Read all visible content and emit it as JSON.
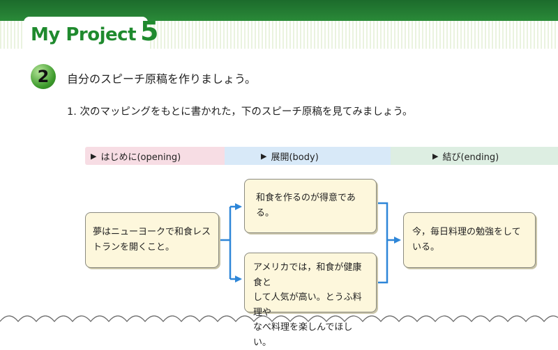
{
  "header": {
    "title_word": "My Project",
    "title_number": "5"
  },
  "step": {
    "number": "2",
    "heading": "自分のスピーチ原稿を作りましょう。"
  },
  "instruction": "1. 次のマッピングをもとに書かれた，下のスピーチ原稿を見てみましょう。",
  "stages": {
    "opening": "はじめに(opening)",
    "body": "展開(body)",
    "ending": "結び(ending)"
  },
  "boxes": {
    "dream": [
      "夢はニューヨークで和食レス",
      "トランを開くこと。"
    ],
    "skill": "和食を作るのが得意である。",
    "america": [
      "アメリカでは，和食が健康食と",
      "して人気が高い。とうふ料理や",
      "なべ料理を楽しんでほしい。"
    ],
    "now": "今，毎日料理の勉強をしている。"
  },
  "colors": {
    "header_green": "#1f8a2e",
    "arrow_blue": "#2e86d8",
    "opening_pink": "#f7dde4",
    "body_blue": "#d8e9f8",
    "ending_green": "#ddeee2",
    "box_fill": "#fdf7dc"
  },
  "icons": {
    "stage_marker": "triangle-right-icon",
    "flow_arrow": "arrow-right-icon"
  }
}
